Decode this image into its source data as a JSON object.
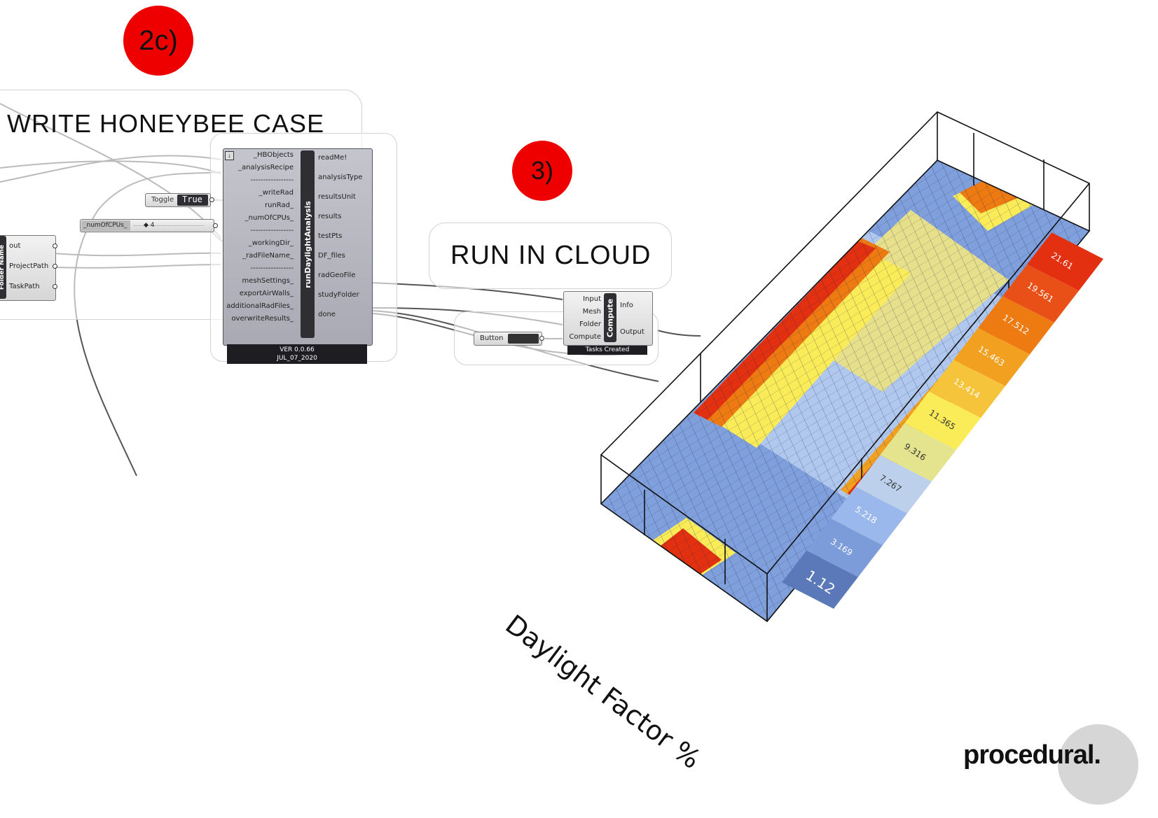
{
  "badges": {
    "b2c": "2c)",
    "b3": "3)"
  },
  "write_group": {
    "title": "WRITE HONEYBEE CASE",
    "folder_component": {
      "name": "Folder Name",
      "outputs": [
        "out",
        "ProjectPath",
        "TaskPath"
      ]
    },
    "toggle": {
      "label": "Toggle",
      "value": "True"
    },
    "slider": {
      "label": "_numOfCPUs_",
      "value": "◆ 4"
    },
    "main_component": {
      "name": "runDaylightAnalysis",
      "inputs": [
        "_HBObjects",
        "_analysisRecipe",
        "-----------------",
        "_writeRad",
        "runRad_",
        "_numOfCPUs_",
        "-----------------",
        "_workingDir_",
        "_radFileName_",
        "-----------------",
        "meshSettings_",
        "exportAirWalls_",
        "additionalRadFiles_",
        "overwriteResults_"
      ],
      "outputs": [
        "readMe!",
        "analysisType",
        "resultsUnit",
        "results",
        "testPts",
        "DF_files",
        "radGeoFile",
        "studyFolder",
        "done"
      ],
      "version": "VER 0.0.66",
      "date": "JUL_07_2020"
    }
  },
  "cloud_group": {
    "title": "RUN IN CLOUD",
    "button": {
      "label": "Button"
    },
    "compute_component": {
      "name": "Compute",
      "inputs": [
        "Input",
        "Mesh",
        "Folder",
        "Compute"
      ],
      "outputs": [
        "Info",
        "Output"
      ],
      "footer": "Tasks Created"
    }
  },
  "legend": {
    "title": "Daylight Factor %",
    "values": [
      "21.61",
      "19.561",
      "17.512",
      "15.463",
      "13.414",
      "11.365",
      "9.316",
      "7.267",
      "5.218",
      "3.169",
      "1.12"
    ],
    "colors": [
      "#e23010",
      "#e85018",
      "#ee7a12",
      "#f2a020",
      "#f6c43a",
      "#faec58",
      "#e4e48e",
      "#bcd0ec",
      "#9ab8ec",
      "#7b9bd9",
      "#5b79b8"
    ]
  },
  "brand": {
    "logo": "procedural."
  }
}
